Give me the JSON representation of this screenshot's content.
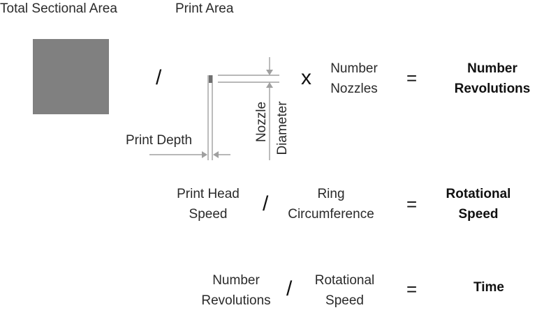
{
  "top_labels": {
    "total_sectional_area": "Total Sectional Area",
    "print_area": "Print Area"
  },
  "row1": {
    "divide": "/",
    "times": "x",
    "factor_line1": "Number",
    "factor_line2": "Nozzles",
    "equals": "=",
    "result_line1": "Number",
    "result_line2": "Revolutions",
    "print_depth_label": "Print Depth",
    "nozzle_label": "Nozzle",
    "diameter_label": "Diameter"
  },
  "row2": {
    "numerator_line1": "Print Head",
    "numerator_line2": "Speed",
    "divide": "/",
    "denominator_line1": "Ring",
    "denominator_line2": "Circumference",
    "equals": "=",
    "result_line1": "Rotational",
    "result_line2": "Speed"
  },
  "row3": {
    "numerator_line1": "Number",
    "numerator_line2": "Revolutions",
    "divide": "/",
    "denominator_line1": "Rotational",
    "denominator_line2": "Speed",
    "equals": "=",
    "result": "Time"
  },
  "colors": {
    "square_fill": "#808080",
    "dim_lines": "#a0a0a0",
    "text": "#2a2a2a"
  }
}
